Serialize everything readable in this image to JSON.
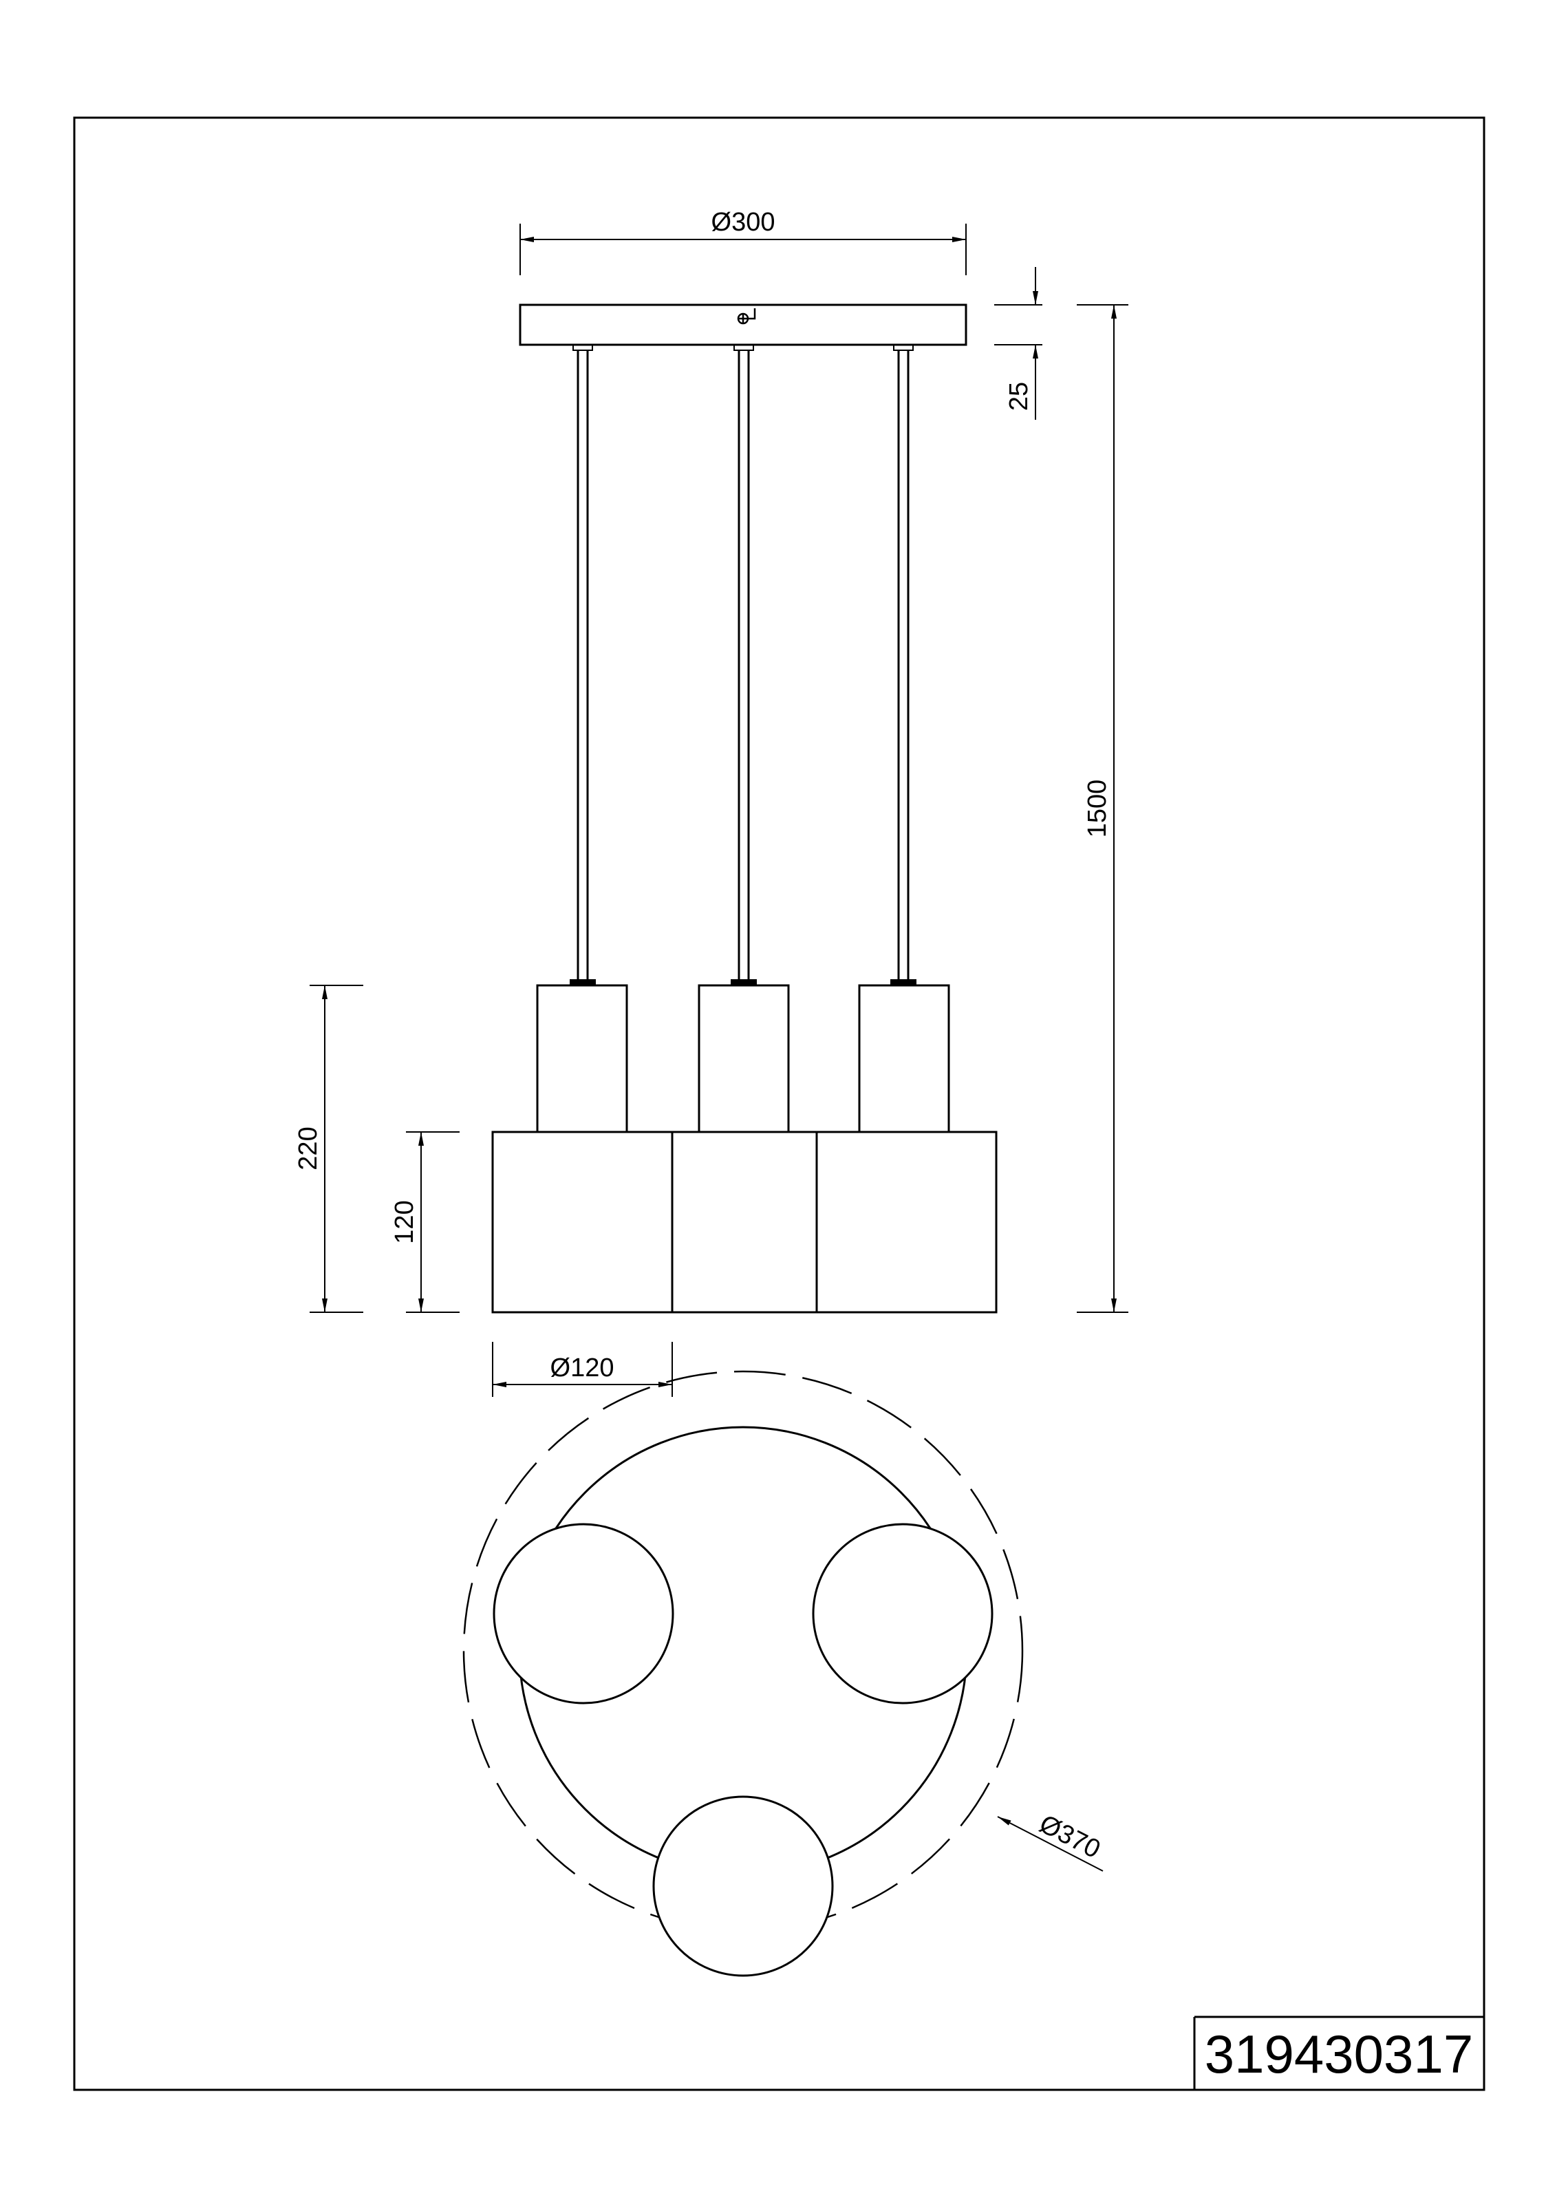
{
  "drawing": {
    "part_number": "319430317",
    "dimensions": {
      "canopy_diameter": "Ø300",
      "canopy_height": "25",
      "total_height": "1500",
      "shade_total_height": "220",
      "shade_lower_height": "120",
      "shade_diameter": "Ø120",
      "overall_diameter": "Ø370"
    }
  },
  "colors": {
    "line": "#000000",
    "background": "#ffffff"
  }
}
